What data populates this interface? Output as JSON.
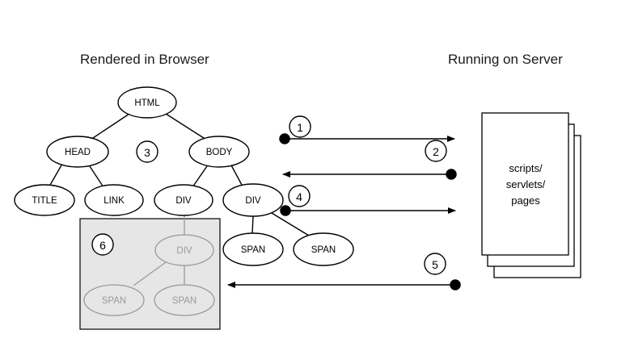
{
  "headings": {
    "left": "Rendered in Browser",
    "right": "Running on Server"
  },
  "tree_nodes": {
    "html": "HTML",
    "head": "HEAD",
    "body": "BODY",
    "title": "TITLE",
    "link": "LINK",
    "div_a": "DIV",
    "div_b": "DIV",
    "span_a": "SPAN",
    "span_b": "SPAN",
    "div_c": "DIV",
    "span_c": "SPAN",
    "span_d": "SPAN"
  },
  "steps": {
    "s1": "1",
    "s2": "2",
    "s3": "3",
    "s4": "4",
    "s5": "5",
    "s6": "6"
  },
  "server_pages": {
    "line1": "scripts/",
    "line2": "servlets/",
    "line3": "pages"
  },
  "colors": {
    "line": "#000000",
    "faded": "#9a9a9a",
    "box_fill": "#e6e6e6"
  }
}
